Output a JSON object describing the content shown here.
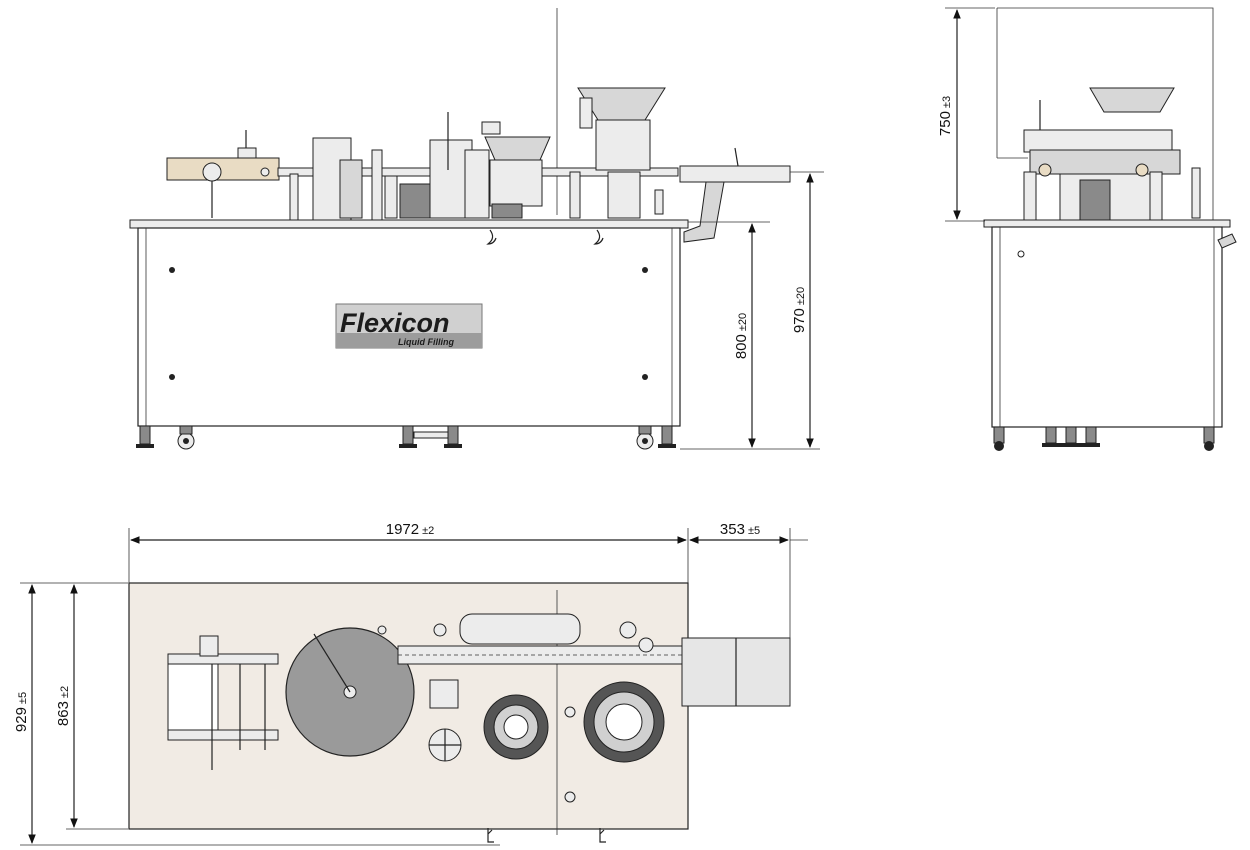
{
  "logo": {
    "brand": "Flexicon",
    "tagline": "Liquid Filling"
  },
  "dimensions": {
    "height_table": {
      "value": "800",
      "tol": "±20"
    },
    "height_conveyor": {
      "value": "970",
      "tol": "±20"
    },
    "height_guard": {
      "value": "750",
      "tol": "±3"
    },
    "length": {
      "value": "1972",
      "tol": "±2"
    },
    "extension": {
      "value": "353",
      "tol": "±5"
    },
    "depth_total": {
      "value": "929",
      "tol": "±5"
    },
    "depth_table": {
      "value": "863",
      "tol": "±2"
    }
  },
  "colors": {
    "line": "#222222",
    "panel": "#ffffff",
    "top_plate": "#f1ebe4",
    "bowl": "#8a8a8a",
    "accent_part": "#e9dcc4"
  }
}
